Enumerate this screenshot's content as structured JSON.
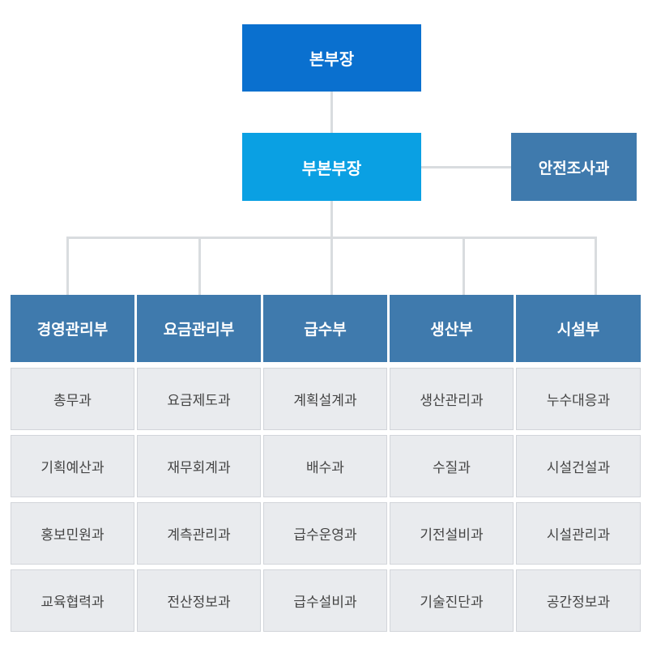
{
  "head": "본부장",
  "deputy": "부본부장",
  "side_unit": "안전조사과",
  "departments": [
    {
      "name": "경영관리부",
      "teams": [
        "총무과",
        "기획예산과",
        "홍보민원과",
        "교육협력과"
      ]
    },
    {
      "name": "요금관리부",
      "teams": [
        "요금제도과",
        "재무회계과",
        "계측관리과",
        "전산정보과"
      ]
    },
    {
      "name": "급수부",
      "teams": [
        "계획설계과",
        "배수과",
        "급수운영과",
        "급수설비과"
      ]
    },
    {
      "name": "생산부",
      "teams": [
        "생산관리과",
        "수질과",
        "기전설비과",
        "기술진단과"
      ]
    },
    {
      "name": "시설부",
      "teams": [
        "누수대응과",
        "시설건설과",
        "시설관리과",
        "공간정보과"
      ]
    }
  ],
  "colors": {
    "head": "#0a70cf",
    "deputy": "#0aa0e3",
    "department": "#3f7aad",
    "team_bg": "#e9ebee",
    "connector": "#d9dcdf"
  }
}
